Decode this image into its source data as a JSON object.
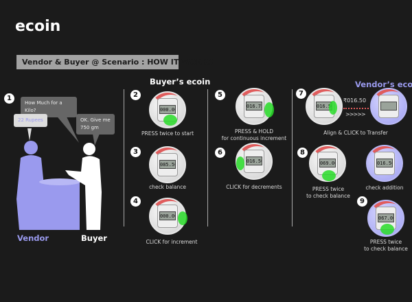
{
  "title": "ecoin",
  "banner": "Vendor & Buyer @ Scenario : HOW IT WORKS",
  "buyer_heading": "Buyer’s ecoin",
  "vendor_heading": "Vendor’s ecoin",
  "scene": {
    "step": "1",
    "question": "How Much for a Kilo?",
    "price": "22 Rupees",
    "answer_line1": "OK. Give me",
    "answer_line2": "750 gm",
    "vendor_label": "Vendor",
    "buyer_label": "Buyer"
  },
  "steps": [
    {
      "num": "2",
      "display": "000.00",
      "caption": "PRESS twice to start"
    },
    {
      "num": "3",
      "display": "085.50",
      "caption": "check balance"
    },
    {
      "num": "4",
      "display": "000.00",
      "caption": "CLICK for increment"
    },
    {
      "num": "5",
      "display": "016.75",
      "caption1": "PRESS & HOLD",
      "caption2": "for continuous increment"
    },
    {
      "num": "6",
      "display": "016.50",
      "caption": "CLICK for decrements"
    },
    {
      "num": "7",
      "display": "016.50",
      "transfer_amount": "₹016.50",
      "arrows": ">>>>>",
      "caption": "Align & CLICK  to Transfer"
    },
    {
      "num": "8",
      "display": "069.00",
      "caption1": "PRESS twice",
      "caption2": "to check balance"
    },
    {
      "display": "016.50",
      "caption": "check addition"
    },
    {
      "num": "9",
      "display": "067.00",
      "caption1": "PRESS twice",
      "caption2": "to check balance"
    }
  ],
  "colors": {
    "vendor": "#9a9aee",
    "red_ring": "#e05c5c",
    "green_touch": "#28dc28"
  }
}
